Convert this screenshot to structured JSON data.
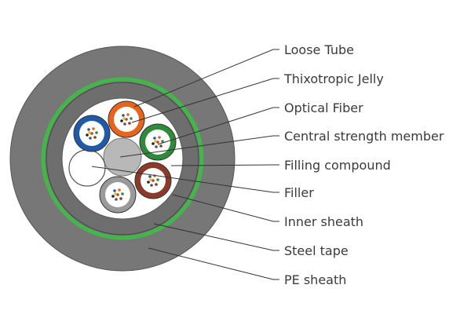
{
  "labels": [
    "Loose Tube",
    "Thixotropic Jelly",
    "Optical Fiber",
    "Central strength member",
    "Filling compound",
    "Filler",
    "Inner sheath",
    "Steel tape",
    "PE sheath"
  ],
  "colors": {
    "pe_sheath": "#777777",
    "steel_tape": "#43b649",
    "inner_sheath": "#6e6e6e",
    "filling_compound": "#ffffff",
    "central_strength_member": "#b8b8b8",
    "tube_blue": "#1e5aa8",
    "tube_orange": "#e8631c",
    "tube_green": "#2e8b3a",
    "tube_brown": "#8b3a2a",
    "tube_gray": "#9a9a9a",
    "filler": "#ffffff",
    "leader_line": "#333333"
  }
}
